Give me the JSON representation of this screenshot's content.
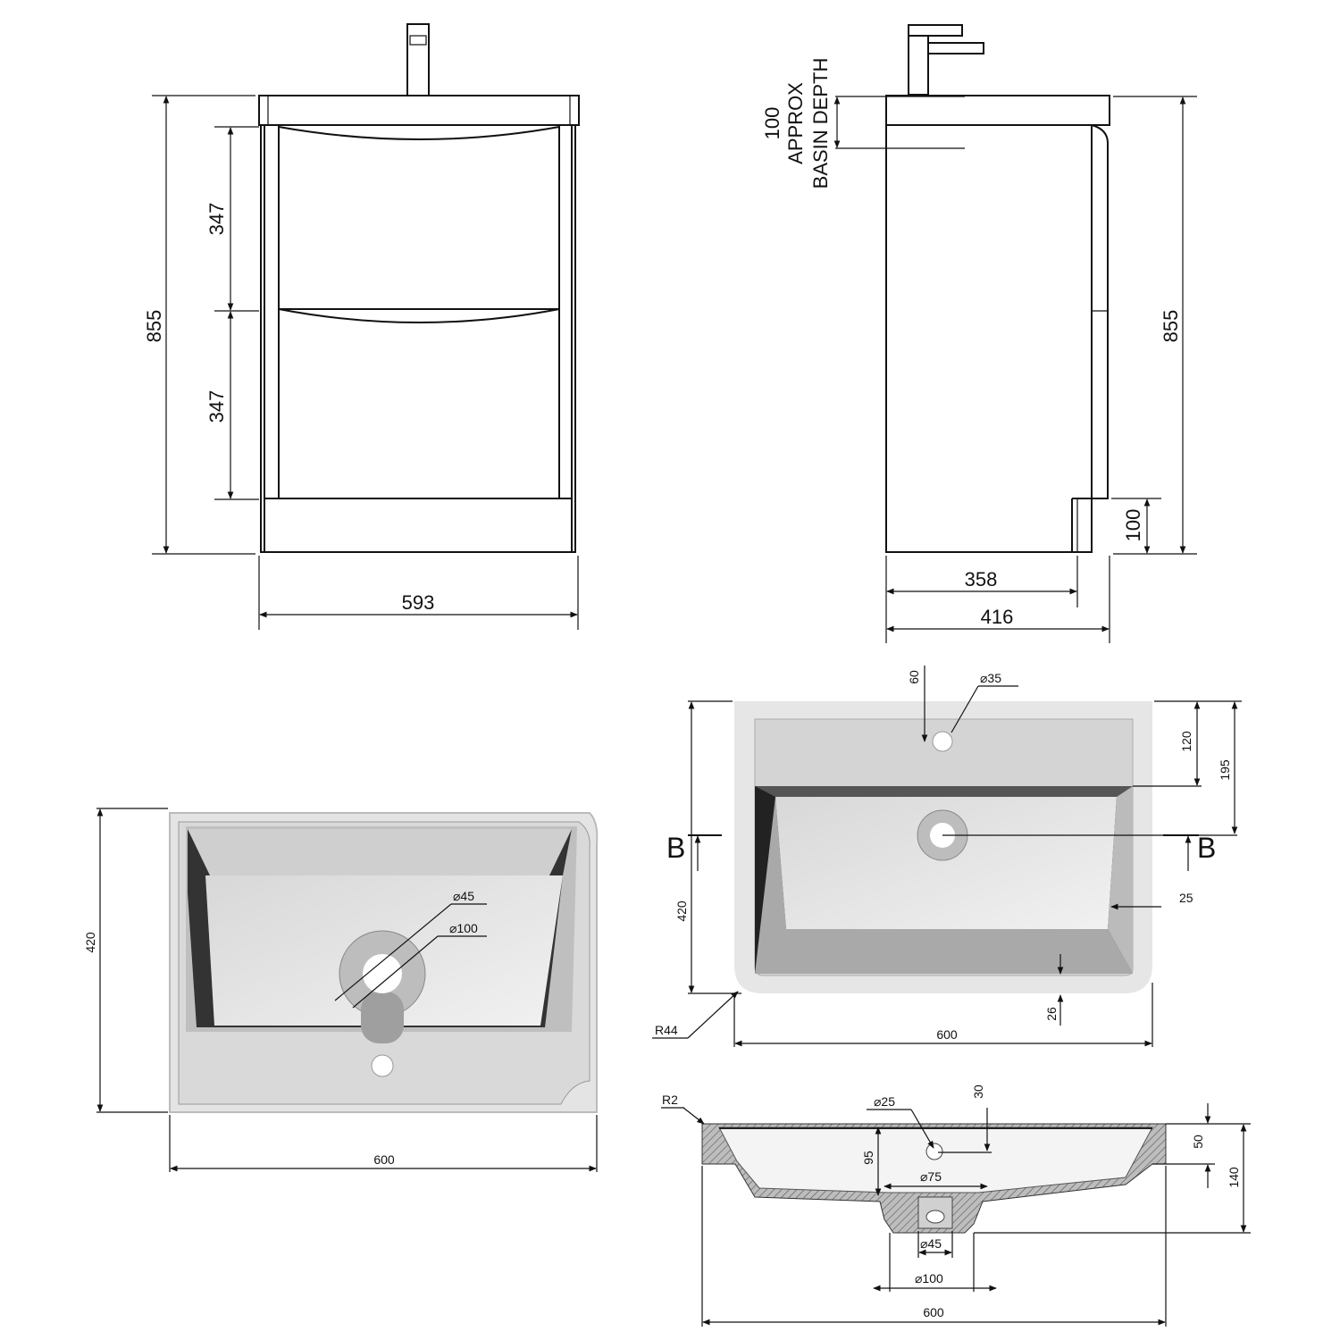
{
  "front_view": {
    "height": "855",
    "drawer_upper": "347",
    "drawer_lower": "347",
    "width": "593"
  },
  "side_view": {
    "basin_depth_value": "100",
    "basin_depth_word1": "APPROX",
    "basin_depth_word2": "BASIN DEPTH",
    "height": "855",
    "plinth_height": "100",
    "depth_inner": "358",
    "depth_total": "416"
  },
  "basin_perspective": {
    "depth": "420",
    "waste_dia_small": "⌀45",
    "waste_dia_large": "⌀100",
    "width": "600"
  },
  "basin_plan": {
    "tap_offset": "60",
    "tap_hole": "⌀35",
    "deck_to_bowl": "120",
    "deck_to_waste": "195",
    "section_left": "B",
    "section_right": "B",
    "rim": "25",
    "depth": "420",
    "front_rim": "26",
    "radius": "R44",
    "width": "600"
  },
  "basin_section": {
    "radius": "R2",
    "overflow_dia": "⌀25",
    "overflow_offset": "30",
    "bowl_depth": "95",
    "waste_top": "⌀75",
    "waste_bottom": "⌀45",
    "waste_outer": "⌀100",
    "rim_height": "50",
    "total_height": "140",
    "width": "600"
  }
}
